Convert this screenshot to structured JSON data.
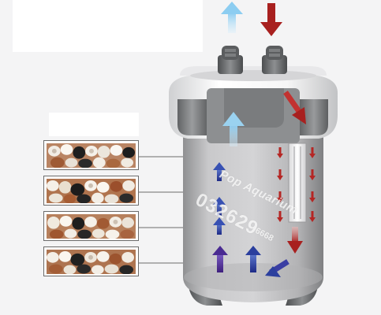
{
  "diagram": {
    "colors": {
      "background": "#f4f4f5",
      "body_silver": "#b7b7b9",
      "body_white": "#f2f2f2",
      "body_dark": "#6f7173",
      "inflow_red": "#a8201f",
      "outflow_blue": "#2b3f9e",
      "clean_lightblue": "#9ad2f0"
    },
    "media_trays": [
      {
        "name": "media-tray-1"
      },
      {
        "name": "media-tray-2"
      },
      {
        "name": "media-tray-3"
      },
      {
        "name": "media-tray-4"
      }
    ],
    "watermark": {
      "name": "Pop Aquarium",
      "phone_main": "032629",
      "phone_tail": "6668"
    }
  }
}
